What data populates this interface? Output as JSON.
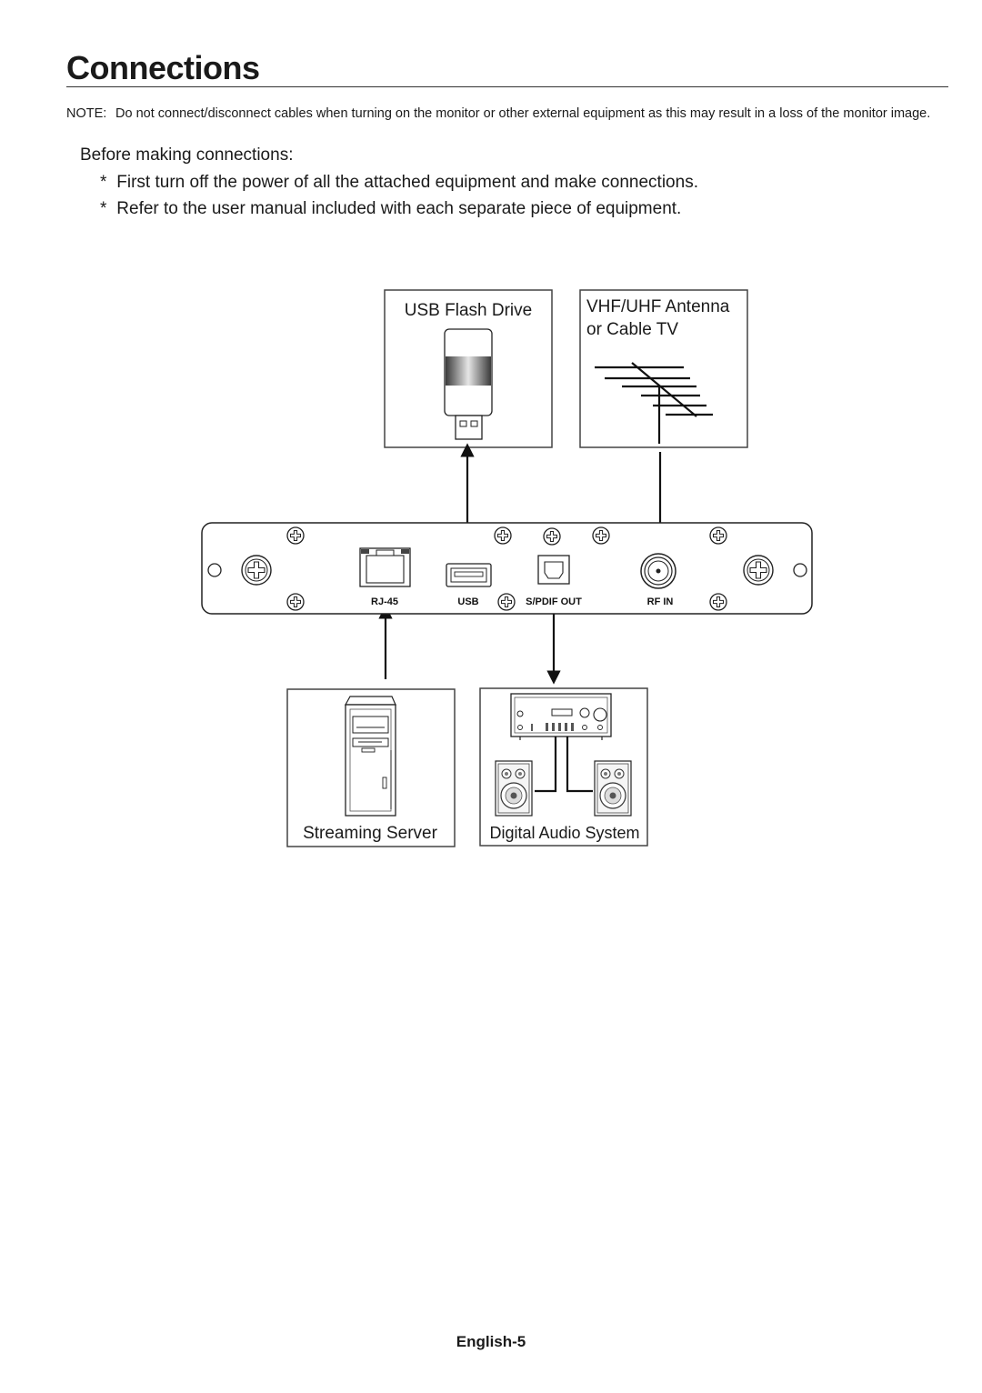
{
  "title": "Connections",
  "note": {
    "label": "NOTE:",
    "text": "Do not connect/disconnect cables when turning on the monitor or other external equipment as this may result in a loss of the monitor image."
  },
  "section_heading": "Before making connections:",
  "bullets": [
    "First turn off the power of all the attached equipment and make connections.",
    "Refer to the user manual included with each separate piece of equipment."
  ],
  "bullet_marker": "*",
  "diagram": {
    "devices": {
      "usb_flash_drive": "USB Flash Drive",
      "antenna_line1": "VHF/UHF Antenna",
      "antenna_line2": "or Cable TV",
      "streaming_server": "Streaming Server",
      "digital_audio_system": "Digital Audio System"
    },
    "ports": {
      "rj45": "RJ-45",
      "usb": "USB",
      "spdif_out": "S/PDIF OUT",
      "rf_in": "RF IN"
    },
    "icons": [
      "usb-drive-icon",
      "antenna-icon",
      "tower-pc-icon",
      "amplifier-icon",
      "speaker-icon",
      "screw-icon",
      "ethernet-port-icon",
      "usb-port-icon",
      "optical-port-icon",
      "coax-port-icon"
    ]
  },
  "footer": "English-5"
}
